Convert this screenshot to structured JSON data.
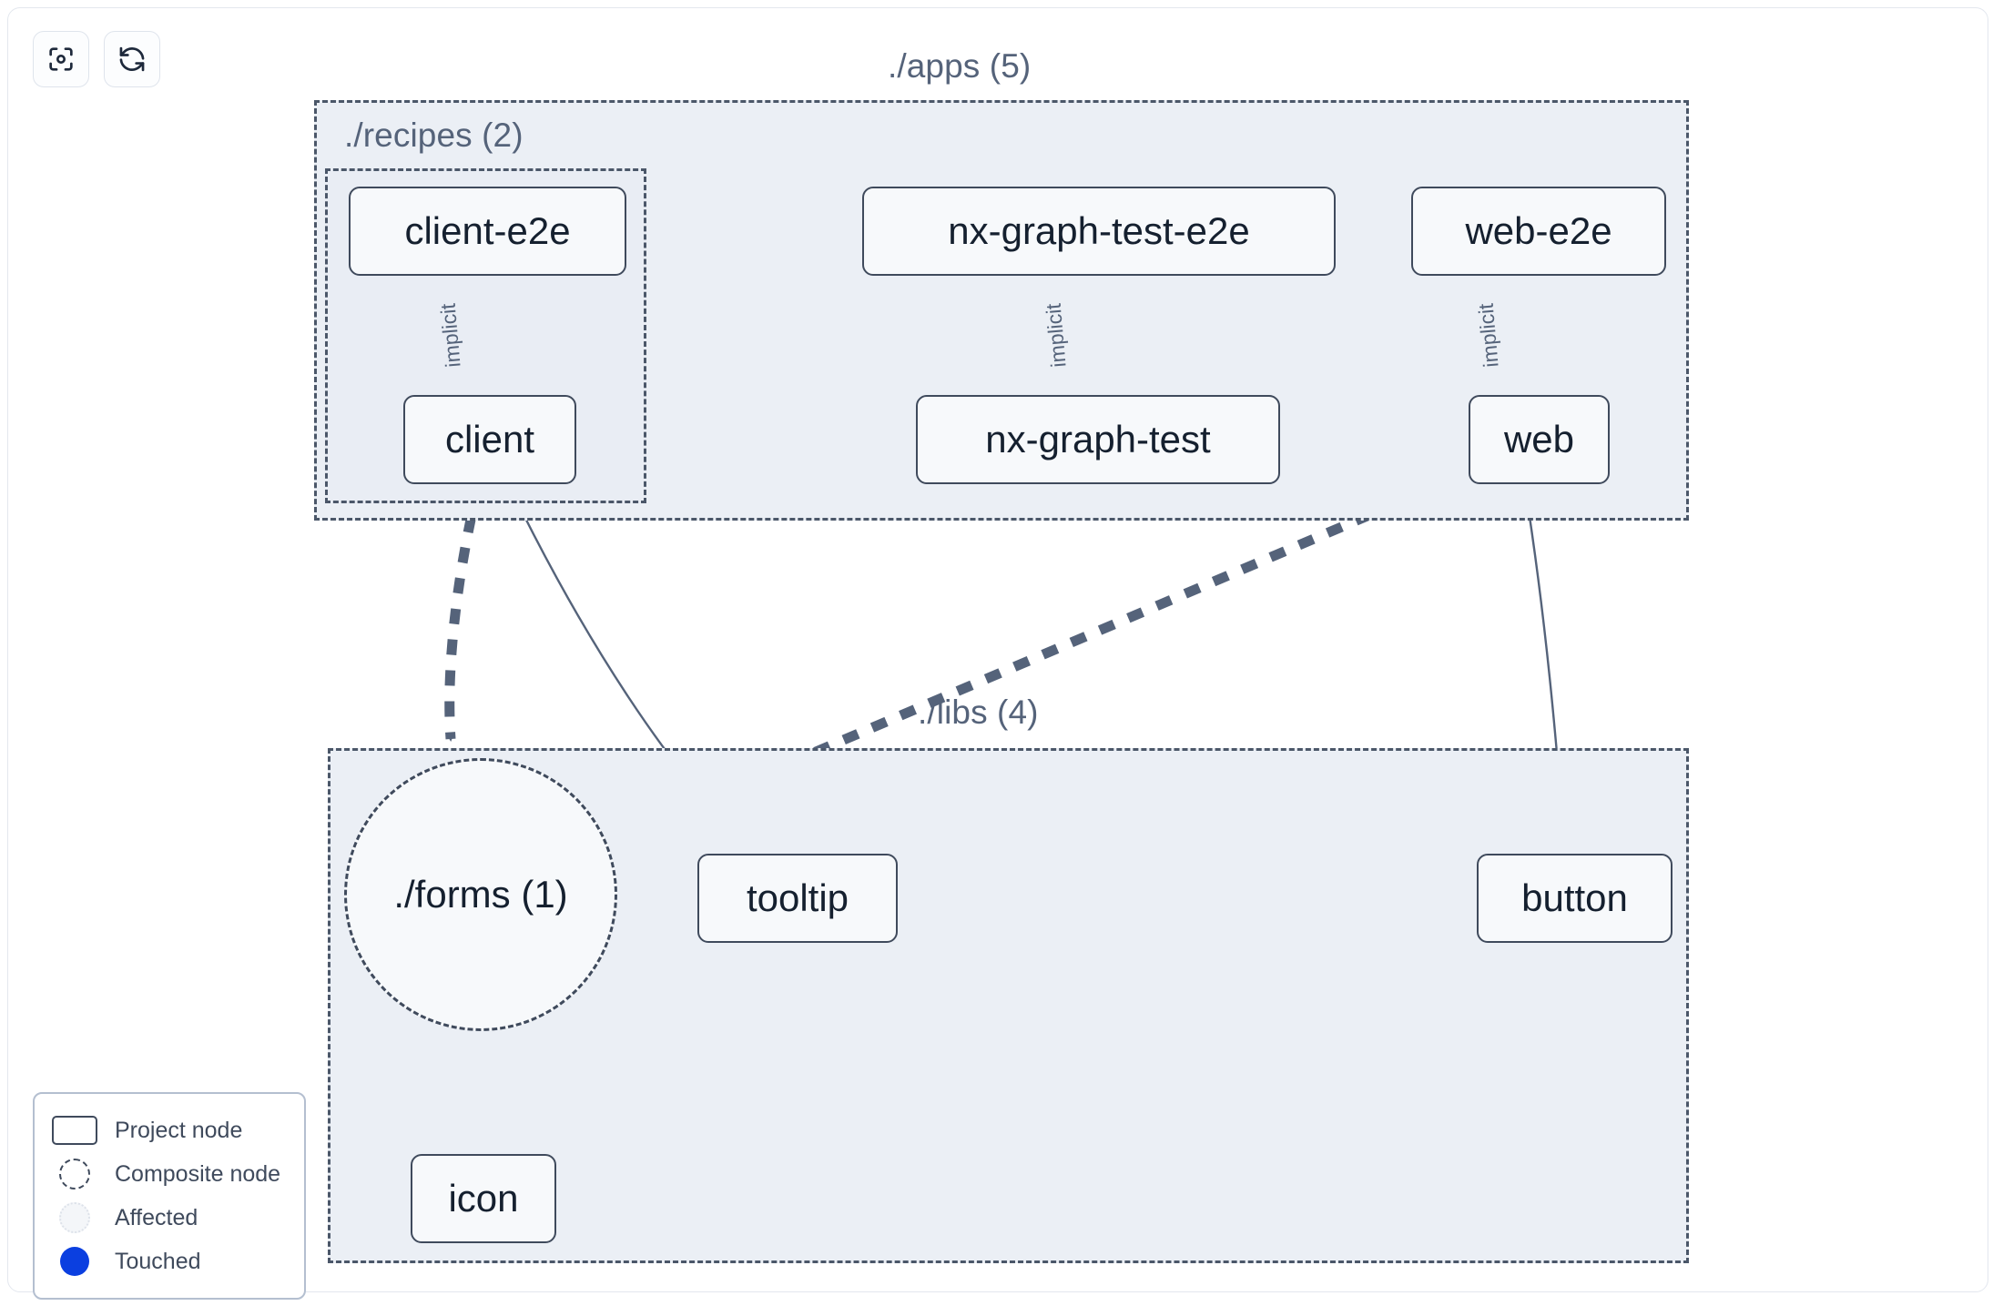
{
  "toolbar": {
    "buttons": [
      {
        "name": "focus-graph-button",
        "icon": "focus-icon",
        "label": ""
      },
      {
        "name": "reset-graph-button",
        "icon": "refresh-icon",
        "label": ""
      }
    ]
  },
  "groups": {
    "apps": {
      "label": "./apps (5)"
    },
    "recipes": {
      "label": "./recipes (2)"
    },
    "libs": {
      "label": "./libs (4)"
    }
  },
  "nodes": {
    "client_e2e": {
      "label": "client-e2e"
    },
    "nx_graph_test_e2e": {
      "label": "nx-graph-test-e2e"
    },
    "web_e2e": {
      "label": "web-e2e"
    },
    "client": {
      "label": "client"
    },
    "nx_graph_test": {
      "label": "nx-graph-test"
    },
    "web": {
      "label": "web"
    },
    "forms": {
      "label": "./forms (1)"
    },
    "tooltip": {
      "label": "tooltip"
    },
    "button": {
      "label": "button"
    },
    "icon": {
      "label": "icon"
    }
  },
  "edge_labels": {
    "client_implicit": "implicit",
    "nxgraph_implicit": "implicit",
    "web_implicit": "implicit"
  },
  "legend": {
    "items": [
      {
        "label": "Project node",
        "swatch": "project-node-swatch"
      },
      {
        "label": "Composite node",
        "swatch": "composite-node-swatch"
      },
      {
        "label": "Affected",
        "swatch": "affected-swatch"
      },
      {
        "label": "Touched",
        "swatch": "touched-swatch"
      }
    ]
  },
  "colors": {
    "group_fill": "#ebeff5",
    "group_border": "#4b5769",
    "node_fill": "#f7f9fb",
    "node_border": "#3f4a5c",
    "edge": "#55637a",
    "touched": "#0b3fe0",
    "canvas": "#ffffff"
  },
  "chart_data": {
    "type": "diagram",
    "title": "Nx project dependency graph",
    "containers": [
      {
        "id": "apps",
        "label": "./apps (5)",
        "children": [
          "recipes",
          "nx-graph-test-e2e",
          "web-e2e",
          "nx-graph-test",
          "web"
        ]
      },
      {
        "id": "recipes",
        "label": "./recipes (2)",
        "parent": "apps",
        "children": [
          "client-e2e",
          "client"
        ]
      },
      {
        "id": "libs",
        "label": "./libs (4)",
        "children": [
          "./forms (1)",
          "tooltip",
          "button",
          "icon"
        ]
      }
    ],
    "nodes": [
      {
        "id": "client-e2e",
        "label": "client-e2e",
        "shape": "rect",
        "group": "recipes"
      },
      {
        "id": "client",
        "label": "client",
        "shape": "rect",
        "group": "recipes"
      },
      {
        "id": "nx-graph-test-e2e",
        "label": "nx-graph-test-e2e",
        "shape": "rect",
        "group": "apps"
      },
      {
        "id": "nx-graph-test",
        "label": "nx-graph-test",
        "shape": "rect",
        "group": "apps"
      },
      {
        "id": "web-e2e",
        "label": "web-e2e",
        "shape": "rect",
        "group": "apps"
      },
      {
        "id": "web",
        "label": "web",
        "shape": "rect",
        "group": "apps"
      },
      {
        "id": "forms",
        "label": "./forms (1)",
        "shape": "dashed-circle",
        "group": "libs"
      },
      {
        "id": "tooltip",
        "label": "tooltip",
        "shape": "rect",
        "group": "libs"
      },
      {
        "id": "button",
        "label": "button",
        "shape": "rect",
        "group": "libs"
      },
      {
        "id": "icon",
        "label": "icon",
        "shape": "rect",
        "group": "libs"
      }
    ],
    "edges": [
      {
        "from": "client-e2e",
        "to": "client",
        "label": "implicit",
        "style": "solid"
      },
      {
        "from": "nx-graph-test-e2e",
        "to": "nx-graph-test",
        "label": "implicit",
        "style": "solid"
      },
      {
        "from": "web-e2e",
        "to": "web",
        "label": "implicit",
        "style": "solid"
      },
      {
        "from": "client",
        "to": "forms",
        "label": "",
        "style": "thick-dashed"
      },
      {
        "from": "client",
        "to": "tooltip",
        "label": "",
        "style": "solid"
      },
      {
        "from": "web",
        "to": "forms",
        "label": "",
        "style": "thick-dashed"
      },
      {
        "from": "web",
        "to": "button",
        "label": "",
        "style": "solid"
      },
      {
        "from": "forms",
        "to": "icon",
        "label": "",
        "style": "thick-dashed"
      }
    ],
    "legend": [
      "Project node",
      "Composite node",
      "Affected",
      "Touched"
    ]
  }
}
